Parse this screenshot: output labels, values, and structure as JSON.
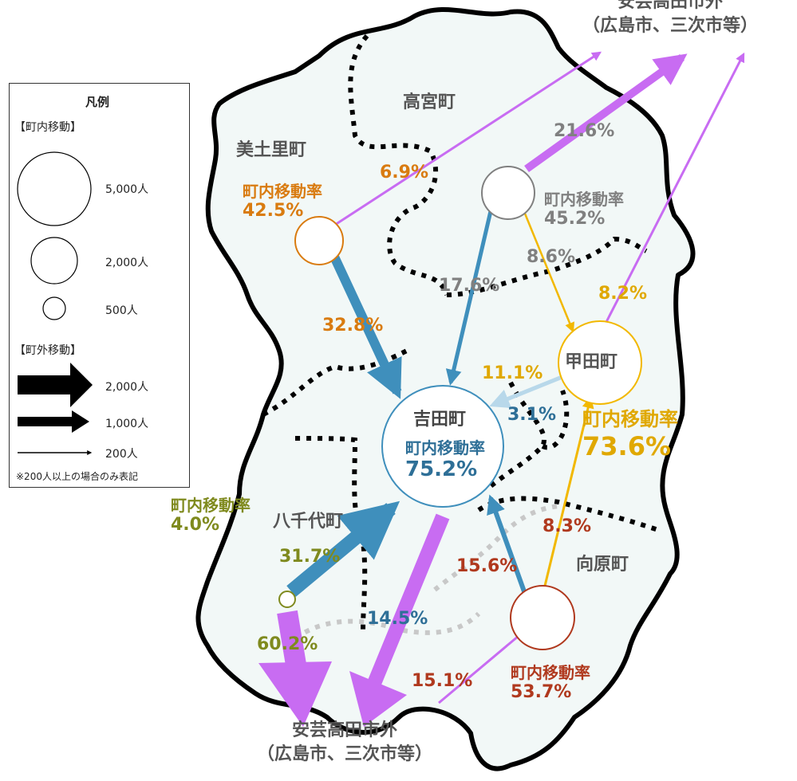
{
  "legend": {
    "title": "凡例",
    "inner_heading": "【町内移動】",
    "circle_large": "5,000人",
    "circle_medium": "2,000人",
    "circle_small": "500人",
    "outer_heading": "【町外移動】",
    "arrow_large": "2,000人",
    "arrow_medium": "1,000人",
    "arrow_small": "200人",
    "note": "※200人以上の場合のみ表記"
  },
  "towns": {
    "takamiya": "高宮町",
    "midori": "美土里町",
    "yoshida": "吉田町",
    "koda": "甲田町",
    "yachiyo": "八千代町",
    "mukaihara": "向原町"
  },
  "internal_rates": {
    "label": "町内移動率",
    "midori": "42.5%",
    "takamiya": "45.2%",
    "yoshida": "75.2%",
    "koda": "73.6%",
    "yachiyo": "4.0%",
    "mukaihara": "53.7%"
  },
  "flows": {
    "midori_to_outside": "6.9%",
    "takamiya_to_outside": "21.6%",
    "midori_to_yoshida": "32.8%",
    "takamiya_to_yoshida": "17.6%",
    "takamiya_to_koda": "8.6%",
    "koda_to_outside": "8.2%",
    "koda_to_yoshida": "11.1%",
    "yoshida_to_koda": "3.1%",
    "yachiyo_to_yoshida": "31.7%",
    "yachiyo_to_outside": "60.2%",
    "yoshida_to_outside": "14.5%",
    "mukaihara_to_yoshida": "15.6%",
    "mukaihara_to_koda": "8.3%",
    "mukaihara_to_outside": "15.1%"
  },
  "destinations": {
    "top_line1": "安芸高田市外",
    "top_line2": "（広島市、三次市等）",
    "bottom_line1": "安芸高田市外",
    "bottom_line2": "（広島市、三次市等）"
  },
  "colors": {
    "midori": "#D97B10",
    "takamiya": "#808080",
    "yoshida": "#3F8FBC",
    "koda": "#F2B800",
    "yachiyo": "#7F8A1E",
    "mukaihara": "#B0391E",
    "outside_flow": "#C86CF2",
    "map_fill": "#F2F8F7"
  }
}
